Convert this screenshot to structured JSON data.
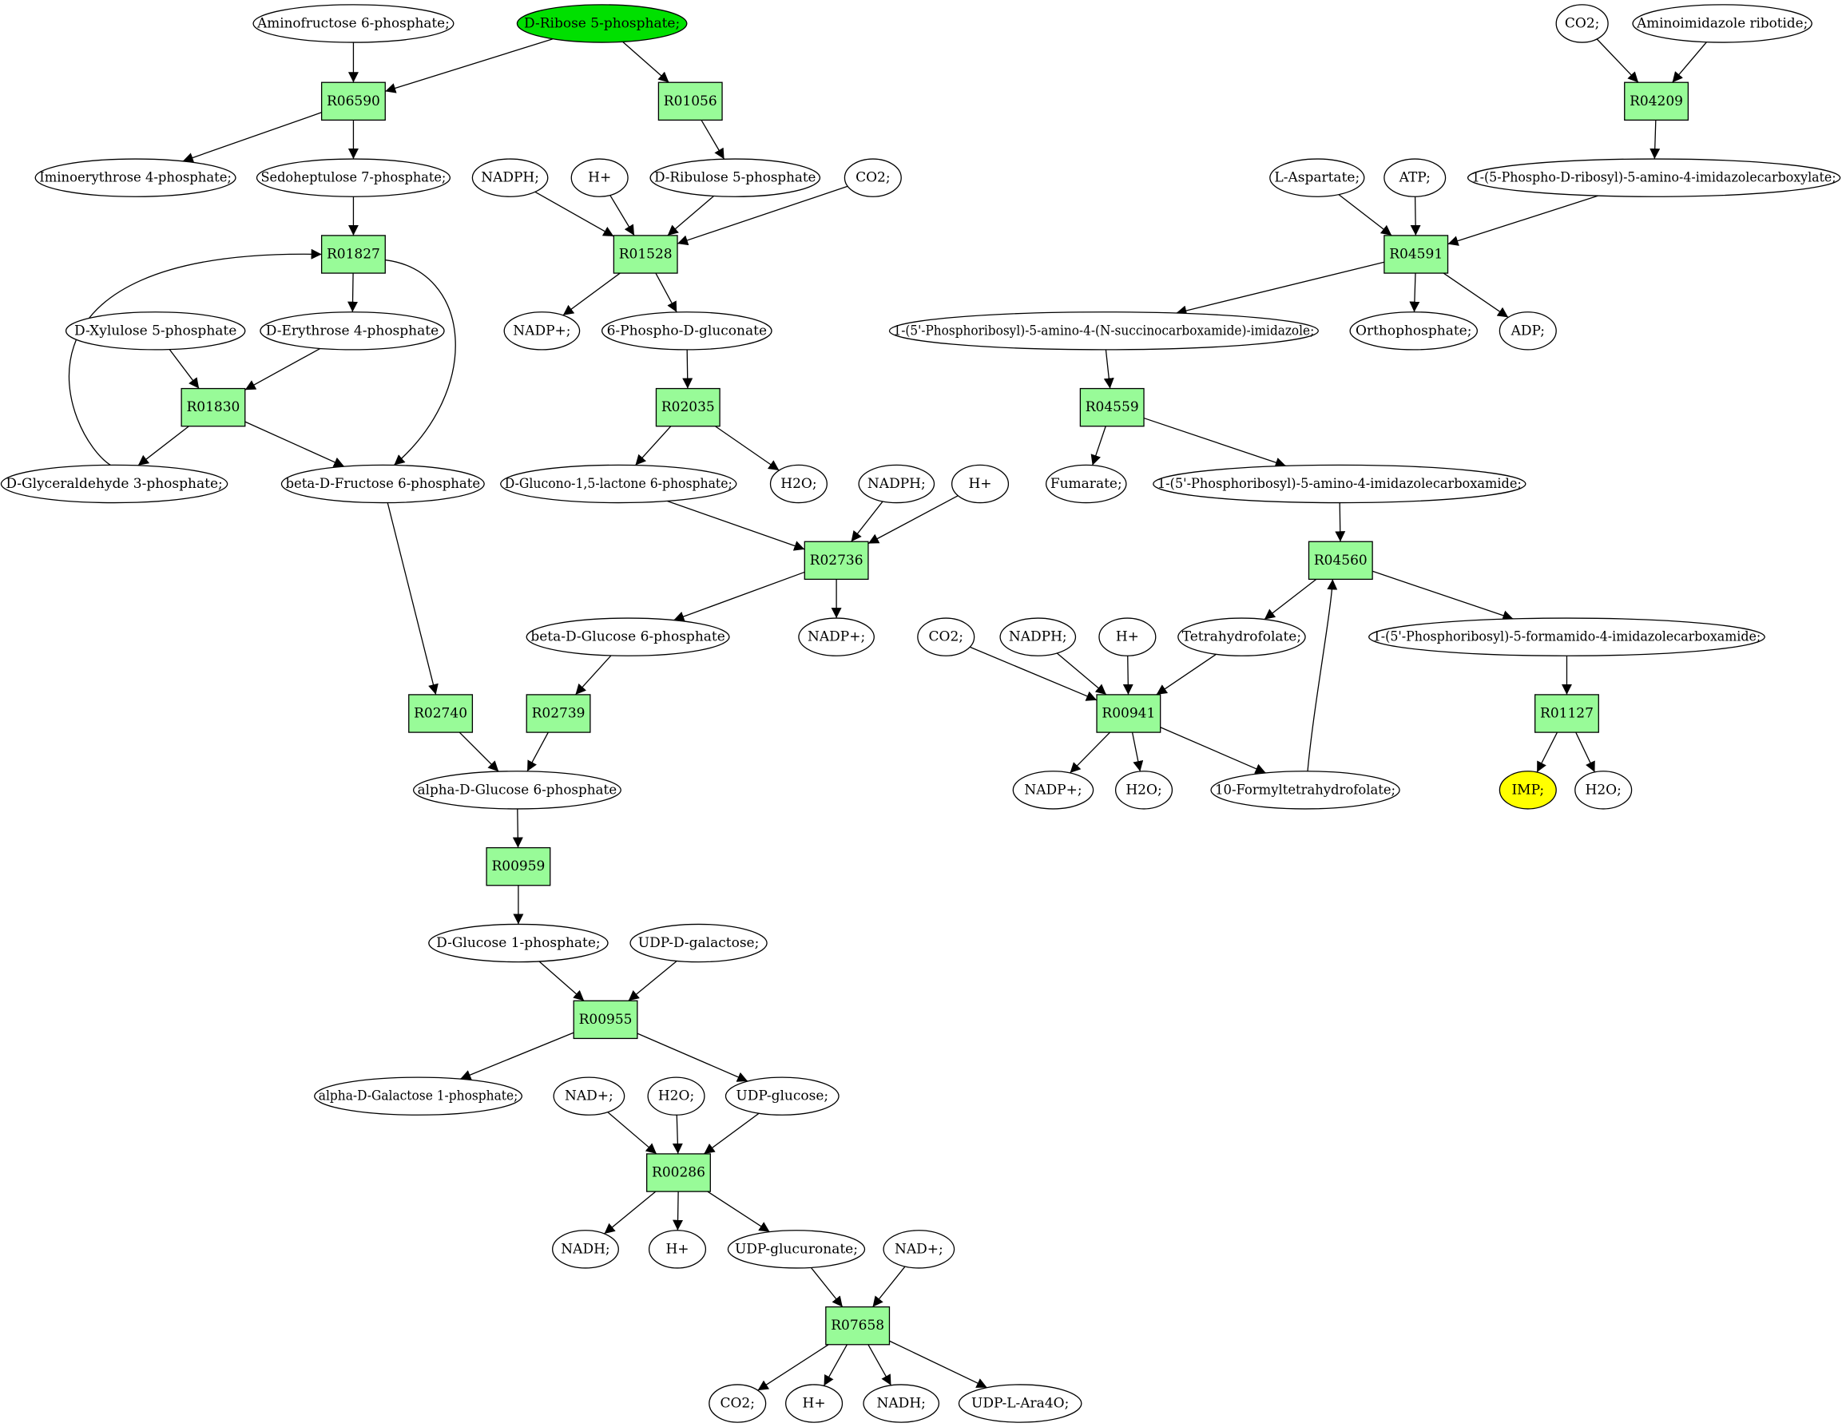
{
  "colors": {
    "reaction_fill": "#98fb98",
    "compound_fill": "#ffffff",
    "start_fill": "#00e000",
    "target_fill": "#ffff00",
    "stroke": "#000000"
  },
  "reactions": [
    "R06590",
    "R01056",
    "R01827",
    "R01528",
    "R01830",
    "R02035",
    "R02736",
    "R02740",
    "R02739",
    "R00959",
    "R00955",
    "R00286",
    "R07658",
    "R04209",
    "R04591",
    "R04559",
    "R04560",
    "R00941",
    "R01127"
  ],
  "compounds": [
    {
      "id": "c1",
      "label": "Aminofructose 6-phosphate;"
    },
    {
      "id": "c2",
      "label": "D-Ribose 5-phosphate;",
      "highlight": "start"
    },
    {
      "id": "c3",
      "label": "Iminoerythrose 4-phosphate;"
    },
    {
      "id": "c4",
      "label": "Sedoheptulose 7-phosphate;"
    },
    {
      "id": "c5",
      "label": "NADPH;"
    },
    {
      "id": "c6",
      "label": "H+"
    },
    {
      "id": "c7",
      "label": "D-Ribulose 5-phosphate"
    },
    {
      "id": "c8",
      "label": "CO2;"
    },
    {
      "id": "c9",
      "label": "D-Xylulose 5-phosphate"
    },
    {
      "id": "c10",
      "label": "D-Erythrose 4-phosphate"
    },
    {
      "id": "c11",
      "label": "NADP+;"
    },
    {
      "id": "c12",
      "label": "6-Phospho-D-gluconate"
    },
    {
      "id": "c13",
      "label": "D-Glyceraldehyde 3-phosphate;"
    },
    {
      "id": "c14",
      "label": "beta-D-Fructose 6-phosphate"
    },
    {
      "id": "c15",
      "label": "D-Glucono-1,5-lactone 6-phosphate;"
    },
    {
      "id": "c16",
      "label": "H2O;"
    },
    {
      "id": "c17",
      "label": "NADPH;"
    },
    {
      "id": "c18",
      "label": "H+"
    },
    {
      "id": "c19",
      "label": "beta-D-Glucose 6-phosphate"
    },
    {
      "id": "c20",
      "label": "NADP+;"
    },
    {
      "id": "c21",
      "label": "alpha-D-Glucose 6-phosphate"
    },
    {
      "id": "c22",
      "label": "D-Glucose 1-phosphate;"
    },
    {
      "id": "c23",
      "label": "UDP-D-galactose;"
    },
    {
      "id": "c24",
      "label": "alpha-D-Galactose 1-phosphate;"
    },
    {
      "id": "c25",
      "label": "NAD+;"
    },
    {
      "id": "c26",
      "label": "H2O;"
    },
    {
      "id": "c27",
      "label": "UDP-glucose;"
    },
    {
      "id": "c28",
      "label": "NADH;"
    },
    {
      "id": "c29",
      "label": "H+"
    },
    {
      "id": "c30",
      "label": "UDP-glucuronate;"
    },
    {
      "id": "c31",
      "label": "NAD+;"
    },
    {
      "id": "c32",
      "label": "CO2;"
    },
    {
      "id": "c33",
      "label": "H+"
    },
    {
      "id": "c34",
      "label": "NADH;"
    },
    {
      "id": "c35",
      "label": "UDP-L-Ara4O;"
    },
    {
      "id": "c36",
      "label": "CO2;"
    },
    {
      "id": "c37",
      "label": "Aminoimidazole ribotide;"
    },
    {
      "id": "c38",
      "label": "L-Aspartate;"
    },
    {
      "id": "c39",
      "label": "ATP;"
    },
    {
      "id": "c40",
      "label": "1-(5-Phospho-D-ribosyl)-5-amino-4-imidazolecarboxylate;"
    },
    {
      "id": "c41",
      "label": "1-(5'-Phosphoribosyl)-5-amino-4-(N-succinocarboxamide)-imidazole;"
    },
    {
      "id": "c42",
      "label": "Orthophosphate;"
    },
    {
      "id": "c43",
      "label": "ADP;"
    },
    {
      "id": "c44",
      "label": "Fumarate;"
    },
    {
      "id": "c45",
      "label": "1-(5'-Phosphoribosyl)-5-amino-4-imidazolecarboxamide;"
    },
    {
      "id": "c46",
      "label": "CO2;"
    },
    {
      "id": "c47",
      "label": "NADPH;"
    },
    {
      "id": "c48",
      "label": "H+"
    },
    {
      "id": "c49",
      "label": "Tetrahydrofolate;"
    },
    {
      "id": "c50",
      "label": "1-(5'-Phosphoribosyl)-5-formamido-4-imidazolecarboxamide;"
    },
    {
      "id": "c51",
      "label": "NADP+;"
    },
    {
      "id": "c52",
      "label": "H2O;"
    },
    {
      "id": "c53",
      "label": "10-Formyltetrahydrofolate;"
    },
    {
      "id": "c54",
      "label": "IMP;",
      "highlight": "target"
    },
    {
      "id": "c55",
      "label": "H2O;"
    }
  ],
  "edges": [
    [
      "c1",
      "R06590"
    ],
    [
      "c2",
      "R06590"
    ],
    [
      "R06590",
      "c3"
    ],
    [
      "R06590",
      "c4"
    ],
    [
      "c2",
      "R01056"
    ],
    [
      "R01056",
      "c7"
    ],
    [
      "c4",
      "R01827"
    ],
    [
      "c13",
      "R01827"
    ],
    [
      "R01827",
      "c10"
    ],
    [
      "R01827",
      "c14"
    ],
    [
      "c5",
      "R01528"
    ],
    [
      "c6",
      "R01528"
    ],
    [
      "c7",
      "R01528"
    ],
    [
      "c8",
      "R01528"
    ],
    [
      "R01528",
      "c11"
    ],
    [
      "R01528",
      "c12"
    ],
    [
      "c9",
      "R01830"
    ],
    [
      "c10",
      "R01830"
    ],
    [
      "R01830",
      "c13"
    ],
    [
      "R01830",
      "c14"
    ],
    [
      "c12",
      "R02035"
    ],
    [
      "R02035",
      "c15"
    ],
    [
      "R02035",
      "c16"
    ],
    [
      "c15",
      "R02736"
    ],
    [
      "c17",
      "R02736"
    ],
    [
      "c18",
      "R02736"
    ],
    [
      "R02736",
      "c19"
    ],
    [
      "R02736",
      "c20"
    ],
    [
      "c14",
      "R02740"
    ],
    [
      "R02740",
      "c21"
    ],
    [
      "c19",
      "R02739"
    ],
    [
      "R02739",
      "c21"
    ],
    [
      "c21",
      "R00959"
    ],
    [
      "R00959",
      "c22"
    ],
    [
      "c22",
      "R00955"
    ],
    [
      "c23",
      "R00955"
    ],
    [
      "R00955",
      "c24"
    ],
    [
      "R00955",
      "c27"
    ],
    [
      "c25",
      "R00286"
    ],
    [
      "c26",
      "R00286"
    ],
    [
      "c27",
      "R00286"
    ],
    [
      "R00286",
      "c28"
    ],
    [
      "R00286",
      "c29"
    ],
    [
      "R00286",
      "c30"
    ],
    [
      "c30",
      "R07658"
    ],
    [
      "c31",
      "R07658"
    ],
    [
      "R07658",
      "c32"
    ],
    [
      "R07658",
      "c33"
    ],
    [
      "R07658",
      "c34"
    ],
    [
      "R07658",
      "c35"
    ],
    [
      "c36",
      "R04209"
    ],
    [
      "c37",
      "R04209"
    ],
    [
      "R04209",
      "c40"
    ],
    [
      "c38",
      "R04591"
    ],
    [
      "c39",
      "R04591"
    ],
    [
      "c40",
      "R04591"
    ],
    [
      "R04591",
      "c41"
    ],
    [
      "R04591",
      "c42"
    ],
    [
      "R04591",
      "c43"
    ],
    [
      "c41",
      "R04559"
    ],
    [
      "R04559",
      "c44"
    ],
    [
      "R04559",
      "c45"
    ],
    [
      "c45",
      "R04560"
    ],
    [
      "c53",
      "R04560"
    ],
    [
      "R04560",
      "c49"
    ],
    [
      "R04560",
      "c50"
    ],
    [
      "c46",
      "R00941"
    ],
    [
      "c47",
      "R00941"
    ],
    [
      "c48",
      "R00941"
    ],
    [
      "c49",
      "R00941"
    ],
    [
      "R00941",
      "c51"
    ],
    [
      "R00941",
      "c52"
    ],
    [
      "R00941",
      "c53"
    ],
    [
      "c50",
      "R01127"
    ],
    [
      "R01127",
      "c54"
    ],
    [
      "R01127",
      "c55"
    ]
  ]
}
